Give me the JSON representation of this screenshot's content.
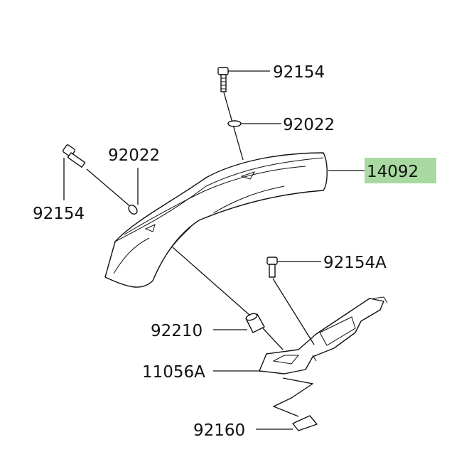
{
  "parts": [
    {
      "id": "p1",
      "number": "92154"
    },
    {
      "id": "p2",
      "number": "92022"
    },
    {
      "id": "p3",
      "number": "92022"
    },
    {
      "id": "p4",
      "number": "92154"
    },
    {
      "id": "p5",
      "number": "14092",
      "highlighted": true
    },
    {
      "id": "p6",
      "number": "92154A"
    },
    {
      "id": "p7",
      "number": "92210"
    },
    {
      "id": "p8",
      "number": "11056A"
    },
    {
      "id": "p9",
      "number": "92160"
    }
  ],
  "colors": {
    "highlight": "#a8d9a0",
    "line": "#111111",
    "background": "#ffffff"
  }
}
